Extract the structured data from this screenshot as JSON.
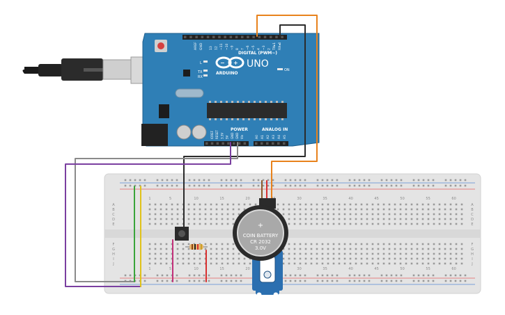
{
  "arduino": {
    "brand": "ARDUINO",
    "model": "UNO",
    "digital_label": "DIGITAL (PWM~)",
    "analog_label": "ANALOG IN",
    "power_label": "POWER",
    "aref_label": "AREF",
    "gnd_label": "GND",
    "pins_digital": [
      "13",
      "12",
      "~11",
      "~10",
      "~9",
      "8",
      "7",
      "~6",
      "~5",
      "4",
      "~3",
      "2",
      "TX▸1",
      "RX◂0"
    ],
    "pins_power": [
      "IOREF",
      "RESET",
      "3.3V",
      "5V",
      "GND",
      "GND",
      "Vin"
    ],
    "pins_analog": [
      "A0",
      "A1",
      "A2",
      "A3",
      "A4",
      "A5"
    ],
    "led_l": "L",
    "led_tx": "TX",
    "led_rx": "RX",
    "on_label": "ON"
  },
  "battery": {
    "line1": "COIN BATTERY",
    "line2": "CR 2032",
    "line3": "3.0V",
    "plus": "+"
  },
  "breadboard": {
    "column_numbers": [
      "1",
      "5",
      "10",
      "15",
      "20",
      "25",
      "30",
      "35",
      "40",
      "45",
      "50",
      "55",
      "60"
    ],
    "rows_top": [
      "A",
      "B",
      "C",
      "D",
      "E"
    ],
    "rows_bottom": [
      "F",
      "G",
      "H",
      "I",
      "J"
    ]
  },
  "colors": {
    "board": "#2f7fb6",
    "breadboard": "#e6e6e6",
    "wire_orange": "#e8821c",
    "wire_black": "#2b2b2b",
    "wire_gray": "#8a8a8a",
    "wire_purple": "#7a3fa0",
    "wire_green": "#3aa53a",
    "wire_yellow": "#e0c21a",
    "wire_red": "#d83030",
    "wire_magenta": "#c2307a"
  }
}
